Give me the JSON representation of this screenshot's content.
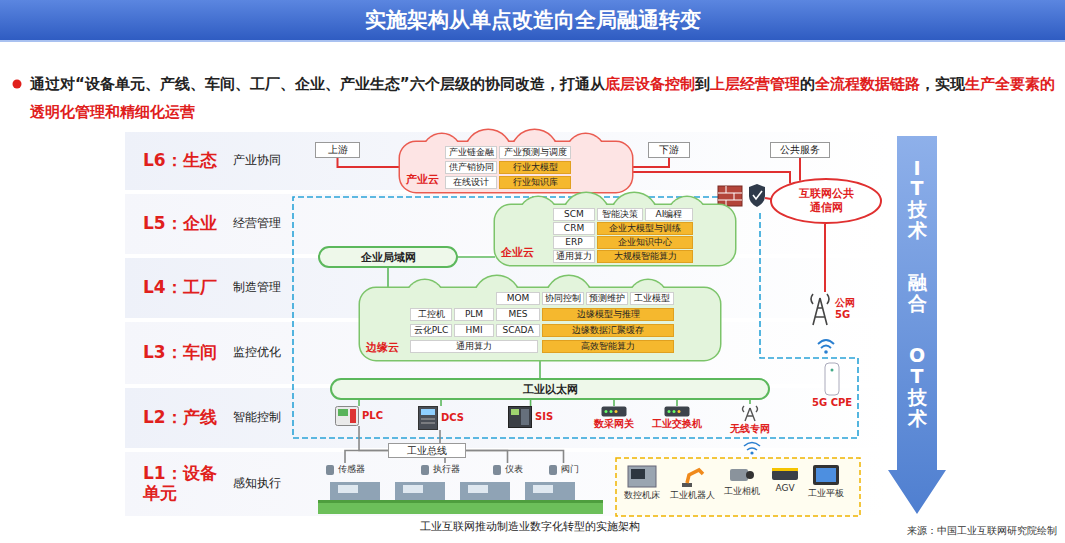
{
  "diagram": {
    "title": "实施架构从单点改造向全局融通转变",
    "caption": "工业互联网推动制造业数字化转型的实施架构",
    "nodes": [
      {
        "text": [
          "L6：生态",
          "产业协同"
        ]
      },
      {
        "text": [
          "L5：企业",
          "经营管理"
        ]
      },
      {
        "text": [
          "L4：工厂",
          "制造管理"
        ]
      },
      {
        "text": [
          "L3：车间",
          "监控优化"
        ]
      },
      {
        "text": [
          "L2：产线",
          "智能控制"
        ]
      },
      {
        "text": [
          "L1：设备单元",
          "感知执行"
        ]
      },
      {
        "text": [
          "IT技术",
          "融合",
          "OT技术"
        ]
      },
      {
        "text": [
          "上游"
        ]
      },
      {
        "text": [
          "产业云"
        ]
      },
      {
        "text": [
          "产业链金融"
        ],
        "in": 8
      },
      {
        "text": [
          "产业预测与调度"
        ],
        "in": 8
      },
      {
        "text": [
          "供产销协同"
        ],
        "in": 8
      },
      {
        "text": [
          "行业大模型"
        ],
        "in": 8
      },
      {
        "text": [
          "在线设计"
        ],
        "in": 8
      },
      {
        "text": [
          "行业知识库"
        ],
        "in": 8
      },
      {
        "text": [
          "下游"
        ]
      },
      {
        "text": [
          "公共服务"
        ]
      },
      {
        "text": [
          "互联网公共通信网"
        ]
      },
      {
        "text": [
          "企业云"
        ]
      },
      {
        "text": [
          "SCM"
        ],
        "in": 18
      },
      {
        "text": [
          "智能决策"
        ],
        "in": 18
      },
      {
        "text": [
          "AI编程"
        ],
        "in": 18
      },
      {
        "text": [
          "CRM"
        ],
        "in": 18
      },
      {
        "text": [
          "企业大模型与训练"
        ],
        "in": 18
      },
      {
        "text": [
          "ERP"
        ],
        "in": 18
      },
      {
        "text": [
          "企业知识中心"
        ],
        "in": 18
      },
      {
        "text": [
          "通用算力"
        ],
        "in": 18
      },
      {
        "text": [
          "大规模智能算力"
        ],
        "in": 18
      },
      {
        "text": [
          "企业局域网"
        ]
      },
      {
        "text": [
          "边缘云"
        ]
      },
      {
        "text": [
          "MOM"
        ],
        "in": 29
      },
      {
        "text": [
          "协同控制"
        ],
        "in": 29
      },
      {
        "text": [
          "预测维护"
        ],
        "in": 29
      },
      {
        "text": [
          "工业模型"
        ],
        "in": 29
      },
      {
        "text": [
          "工控机"
        ],
        "in": 29
      },
      {
        "text": [
          "PLM"
        ],
        "in": 29
      },
      {
        "text": [
          "MES"
        ],
        "in": 29
      },
      {
        "text": [
          "边缘模型与推理"
        ],
        "in": 29
      },
      {
        "text": [
          "云化PLC"
        ],
        "in": 29
      },
      {
        "text": [
          "HMI"
        ],
        "in": 29
      },
      {
        "text": [
          "SCADA"
        ],
        "in": 29
      },
      {
        "text": [
          "边缘数据汇聚缓存"
        ],
        "in": 29
      },
      {
        "text": [
          "通用算力"
        ],
        "in": 29
      },
      {
        "text": [
          "高效智能算力"
        ],
        "in": 29
      },
      {
        "text": [
          "公网5G"
        ]
      },
      {
        "text": [
          "5G CPE"
        ]
      },
      {
        "text": [
          "工业以太网"
        ]
      },
      {
        "text": [
          "PLC"
        ]
      },
      {
        "text": [
          "DCS"
        ]
      },
      {
        "text": [
          "SIS"
        ]
      },
      {
        "text": [
          "数采网关"
        ]
      },
      {
        "text": [
          "工业交换机"
        ]
      },
      {
        "text": [
          "无线专网"
        ]
      },
      {
        "text": [
          "工业总线"
        ]
      },
      {
        "text": [
          "传感器"
        ]
      },
      {
        "text": [
          "执行器"
        ]
      },
      {
        "text": [
          "仪表"
        ]
      },
      {
        "text": [
          "阀门"
        ]
      },
      {
        "text": [
          "数控机床"
        ]
      },
      {
        "text": [
          "工业机器人"
        ]
      },
      {
        "text": [
          "工业相机"
        ]
      },
      {
        "text": [
          "AGV"
        ]
      },
      {
        "text": [
          "工业平板"
        ]
      }
    ],
    "edges": [
      {
        "from": 7,
        "to": 8,
        "arrow": "none"
      },
      {
        "from": 15,
        "to": 8,
        "arrow": "none"
      },
      {
        "from": 16,
        "to": 17,
        "arrow": "none"
      },
      {
        "from": 8,
        "to": 17,
        "arrow": "none"
      },
      {
        "from": 17,
        "to": 44,
        "arrow": "none"
      },
      {
        "from": 18,
        "to": 28,
        "arrow": "none"
      },
      {
        "from": 28,
        "to": 29,
        "arrow": "none"
      },
      {
        "from": 29,
        "to": 46,
        "arrow": "none"
      },
      {
        "from": 46,
        "to": 47,
        "arrow": "none"
      },
      {
        "from": 46,
        "to": 48,
        "arrow": "none"
      },
      {
        "from": 46,
        "to": 49,
        "arrow": "none"
      },
      {
        "from": 46,
        "to": 50,
        "arrow": "none"
      },
      {
        "from": 46,
        "to": 51,
        "arrow": "none"
      },
      {
        "from": 46,
        "to": 52,
        "arrow": "none"
      },
      {
        "from": 47,
        "to": 53,
        "arrow": "none"
      },
      {
        "from": 48,
        "to": 53,
        "arrow": "none"
      },
      {
        "from": 53,
        "to": 54,
        "arrow": "none"
      },
      {
        "from": 53,
        "to": 55,
        "arrow": "none"
      },
      {
        "from": 53,
        "to": 56,
        "arrow": "none"
      },
      {
        "from": 53,
        "to": 57,
        "arrow": "none"
      }
    ],
    "labels": [
      "通过对“设备单元、产线、车间、工厂、企业、产业生态”六个层级的协同改造，打通从",
      "底层设备控制",
      "到",
      "上层经营管理",
      "的",
      "全流程数据链路",
      "，实现",
      "生产全要素的透明化管理和精细化运营",
      "来源：中国工业互联网研究院绘制"
    ]
  }
}
